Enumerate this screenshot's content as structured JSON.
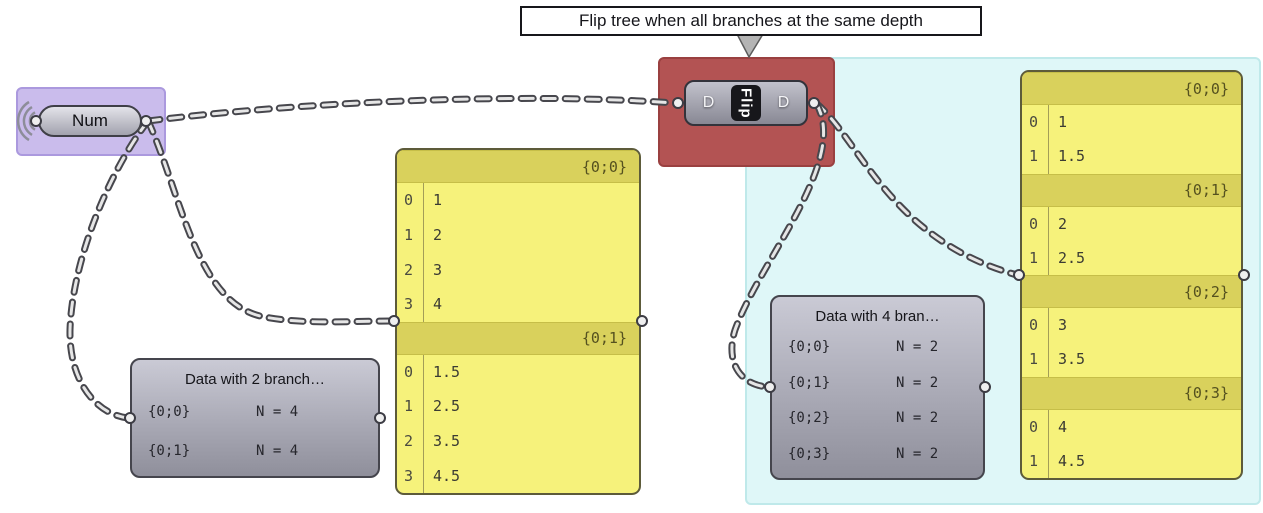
{
  "tooltip": {
    "text": "Flip tree when all branches at the same depth"
  },
  "num_param": {
    "label": "Num"
  },
  "flip": {
    "input_label": "D",
    "name": "Flip",
    "output_label": "D"
  },
  "left_panel": {
    "sections": [
      {
        "header": "{0;0}",
        "rows": [
          {
            "index": "0",
            "value": "1"
          },
          {
            "index": "1",
            "value": "2"
          },
          {
            "index": "2",
            "value": "3"
          },
          {
            "index": "3",
            "value": "4"
          }
        ]
      },
      {
        "header": "{0;1}",
        "rows": [
          {
            "index": "0",
            "value": "1.5"
          },
          {
            "index": "1",
            "value": "2.5"
          },
          {
            "index": "2",
            "value": "3.5"
          },
          {
            "index": "3",
            "value": "4.5"
          }
        ]
      }
    ]
  },
  "right_panel": {
    "sections": [
      {
        "header": "{0;0}",
        "rows": [
          {
            "index": "0",
            "value": "1"
          },
          {
            "index": "1",
            "value": "1.5"
          }
        ]
      },
      {
        "header": "{0;1}",
        "rows": [
          {
            "index": "0",
            "value": "2"
          },
          {
            "index": "1",
            "value": "2.5"
          }
        ]
      },
      {
        "header": "{0;2}",
        "rows": [
          {
            "index": "0",
            "value": "3"
          },
          {
            "index": "1",
            "value": "3.5"
          }
        ]
      },
      {
        "header": "{0;3}",
        "rows": [
          {
            "index": "0",
            "value": "4"
          },
          {
            "index": "1",
            "value": "4.5"
          }
        ]
      }
    ]
  },
  "left_viewer": {
    "title": "Data with 2 branch…",
    "rows": [
      {
        "path": "{0;0}",
        "count": "N = 4"
      },
      {
        "path": "{0;1}",
        "count": "N = 4"
      }
    ]
  },
  "right_viewer": {
    "title": "Data with 4 bran…",
    "rows": [
      {
        "path": "{0;0}",
        "count": "N = 2"
      },
      {
        "path": "{0;1}",
        "count": "N = 2"
      },
      {
        "path": "{0;2}",
        "count": "N = 2"
      },
      {
        "path": "{0;3}",
        "count": "N = 2"
      }
    ]
  },
  "colors": {
    "group_purple": "#cabcec",
    "group_red": "#b35353",
    "group_cyan": "#dff7f8",
    "panel_body": "#f6f27b",
    "panel_header": "#d9d15c",
    "component_gray": "#a9a9b5",
    "wire": "#47474d"
  }
}
